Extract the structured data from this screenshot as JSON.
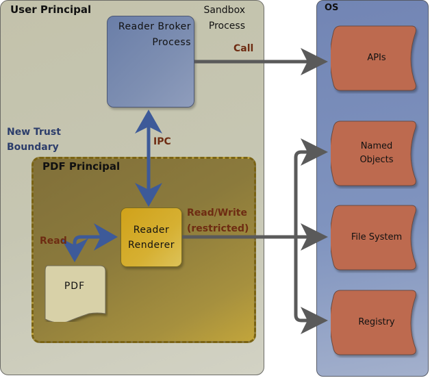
{
  "user_principal": {
    "title": "User Principal"
  },
  "broker": {
    "line1": "Reader Broker",
    "line2": "Process"
  },
  "trust_boundary": {
    "line1": "New Trust",
    "line2": "Boundary"
  },
  "sandbox": {
    "title": "PDF Principal",
    "label_line1": "Sandbox",
    "label_line2": "Process"
  },
  "renderer": {
    "line1": "Reader",
    "line2": "Renderer"
  },
  "pdf_doc": {
    "label": "PDF"
  },
  "os": {
    "title": "OS",
    "items": [
      {
        "label": "APIs"
      },
      {
        "label_line1": "Named",
        "label_line2": "Objects"
      },
      {
        "label": "File System"
      },
      {
        "label": "Registry"
      }
    ]
  },
  "edges": {
    "call": "Call",
    "ipc": "IPC",
    "read": "Read",
    "readwrite_line1": "Read/Write",
    "readwrite_line2": "(restricted)"
  },
  "colors": {
    "ipc_arrow": "#3d5a99",
    "os_arrow": "#5a5a5a",
    "edge_label": "#6e2c12",
    "boundary_label": "#2c3d6b"
  }
}
